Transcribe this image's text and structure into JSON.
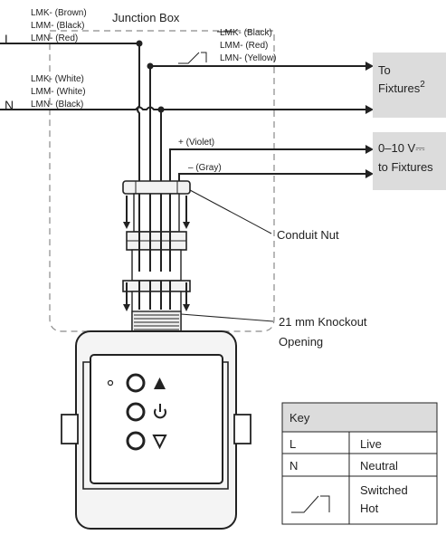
{
  "title": "Junction Box",
  "line_labels": {
    "L": "L",
    "N": "N"
  },
  "left_wires_live": [
    "LMK- (Brown)",
    "LMM- (Black)",
    "LMN- (Red)"
  ],
  "left_wires_neutral": [
    "LMK- (White)",
    "LMM- (White)",
    "LMN- (Black)"
  ],
  "right_wires_switched": [
    "LMK- (Black)",
    "LMM- (Red)",
    "LMN- (Yellow)"
  ],
  "dim_plus": "+ (Violet)",
  "dim_minus": "– (Gray)",
  "to_fixtures": {
    "line1": "To",
    "line2": "Fixtures",
    "sup": "2"
  },
  "dim_fixtures": {
    "line1": "0–10 V⎓",
    "line2": "to Fixtures"
  },
  "conduit_nut": "Conduit Nut",
  "knockout": {
    "line1": "21 mm Knockout",
    "line2": "Opening"
  },
  "key": {
    "title": "Key",
    "rows": [
      {
        "symbol": "L",
        "meaning": "Live"
      },
      {
        "symbol": "N",
        "meaning": "Neutral"
      },
      {
        "symbol": "",
        "meaning": "Switched Hot"
      }
    ]
  },
  "device_buttons": [
    "up-arrow",
    "power",
    "down-arrow"
  ]
}
